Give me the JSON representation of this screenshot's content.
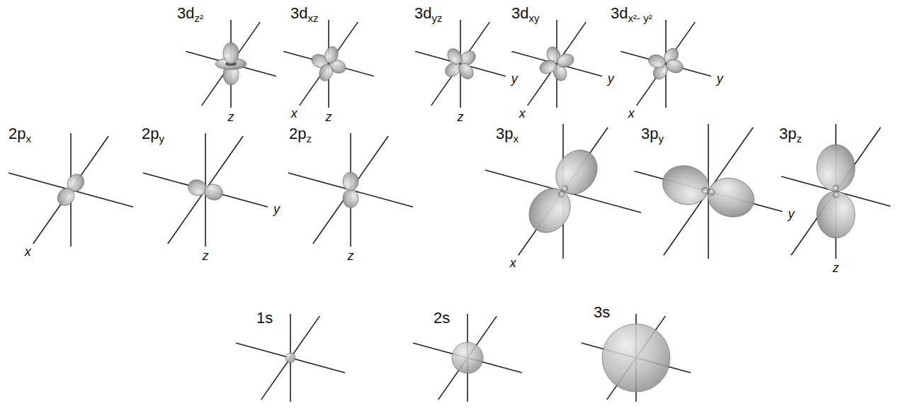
{
  "diagram": {
    "labels": [
      "3dz²",
      "z",
      "3dxz",
      "x",
      "z",
      "3dyz",
      "y",
      "z",
      "3dxy",
      "x",
      "y",
      "3dx²- y²",
      "x",
      "y",
      "2px",
      "x",
      "2py",
      "y",
      "z",
      "2pz",
      "z",
      "3px",
      "x",
      "3py",
      "y",
      "3pz",
      "z",
      "1s",
      "2s",
      "3s"
    ]
  }
}
